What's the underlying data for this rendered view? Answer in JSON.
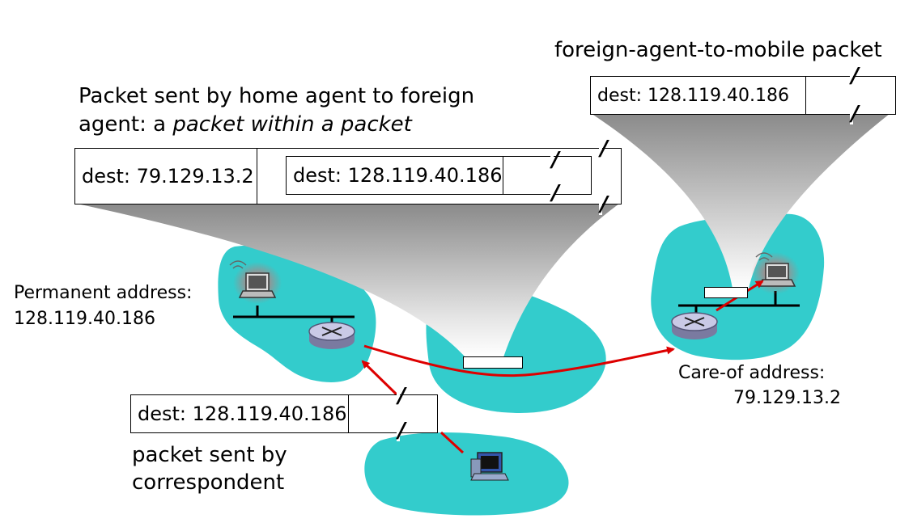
{
  "labels": {
    "fa_to_mobile": "foreign-agent-to-mobile packet",
    "ha_to_fa_line1": "Packet sent by home agent to foreign",
    "ha_to_fa_line2_prefix": "agent: a ",
    "ha_to_fa_line2_emph": "packet within a packet",
    "permanent_address_label": "Permanent address:",
    "permanent_address_value": "128.119.40.186",
    "care_of_label": "Care-of address:",
    "care_of_value": "79.129.13.2",
    "correspondent_line1": "packet sent by",
    "correspondent_line2": "correspondent"
  },
  "packets": {
    "outer_dest": "dest: 79.129.13.2",
    "inner_dest": "dest: 128.119.40.186",
    "fa_packet_dest": "dest: 128.119.40.186",
    "corr_packet_dest": "dest: 128.119.40.186",
    "break_mark": "//"
  },
  "colors": {
    "network": "#33cccc",
    "arrow": "#dd0000",
    "funnel": "#999999"
  },
  "icons": {
    "router": "router-icon",
    "laptop": "laptop-icon",
    "computer": "desktop-computer-icon"
  }
}
